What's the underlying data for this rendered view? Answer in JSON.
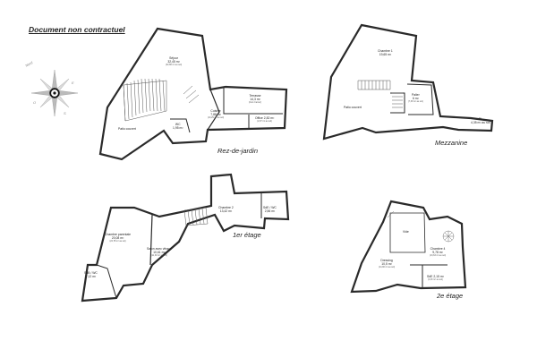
{
  "header": {
    "title": "Document non contractuel"
  },
  "compass": {
    "north": "Nord",
    "east": "E",
    "south": "S",
    "west": "O"
  },
  "floors": {
    "rdc": {
      "label": "Rez-de-jardin",
      "rooms": {
        "sejour": {
          "name": "Séjour",
          "area": "32,45 m²",
          "note": "(32,80 m² au sol)"
        },
        "patio": {
          "name": "Patio couvert"
        },
        "wc": {
          "name": "WC",
          "area": "1,95 m²"
        },
        "cuisine": {
          "name": "Cuisine",
          "area": "7,88 m²",
          "note": "(10,29 m² au sol)"
        },
        "terrasse": {
          "name": "Terrasse",
          "area": "14,3 m²",
          "note": "(hors Carrez)"
        },
        "office": {
          "name": "Office 2,82 m²",
          "note": "(2,97 m² au sol)"
        }
      }
    },
    "mezz": {
      "label": "Mezzanine",
      "rooms": {
        "chambre1": {
          "name": "Chambre 1",
          "area": "19,65 m²"
        },
        "palier": {
          "name": "Palier",
          "area": "6 m²",
          "note": "(7,38 m² au sol)"
        },
        "patio": {
          "name": "Patio couvert"
        },
        "pl": {
          "name": "Pl.",
          "area": "4,35 m² au sol"
        }
      }
    },
    "first": {
      "label": "1er étage",
      "rooms": {
        "chambre2": {
          "name": "Chambre 2",
          "area": "13,42 m²"
        },
        "sdb": {
          "name": "SdE / WC",
          "area": "2,56 m²"
        },
        "parentale": {
          "name": "Chambre parentale",
          "area": "20,08 m²",
          "note": "(22,78 m² au sol)"
        },
        "salon": {
          "name": "Salon avec vitraux",
          "area": "10,61 m²",
          "note": "(11,30 m² au sol)"
        },
        "sdbwc": {
          "name": "SdB / WC",
          "area": "7,12 m²"
        }
      }
    },
    "second": {
      "label": "2e étage",
      "rooms": {
        "vide": {
          "name": "Vide"
        },
        "chambre4": {
          "name": "Chambre 4",
          "area": "9,78 m²",
          "note": "(13,63 m² au sol)"
        },
        "dressing": {
          "name": "Dressing",
          "area": "10,5 m²",
          "note": "(14,90 m² au sol)"
        },
        "sde": {
          "name": "SdE 2,15 m²",
          "note": "(4,03 m² au sol)"
        }
      }
    }
  }
}
